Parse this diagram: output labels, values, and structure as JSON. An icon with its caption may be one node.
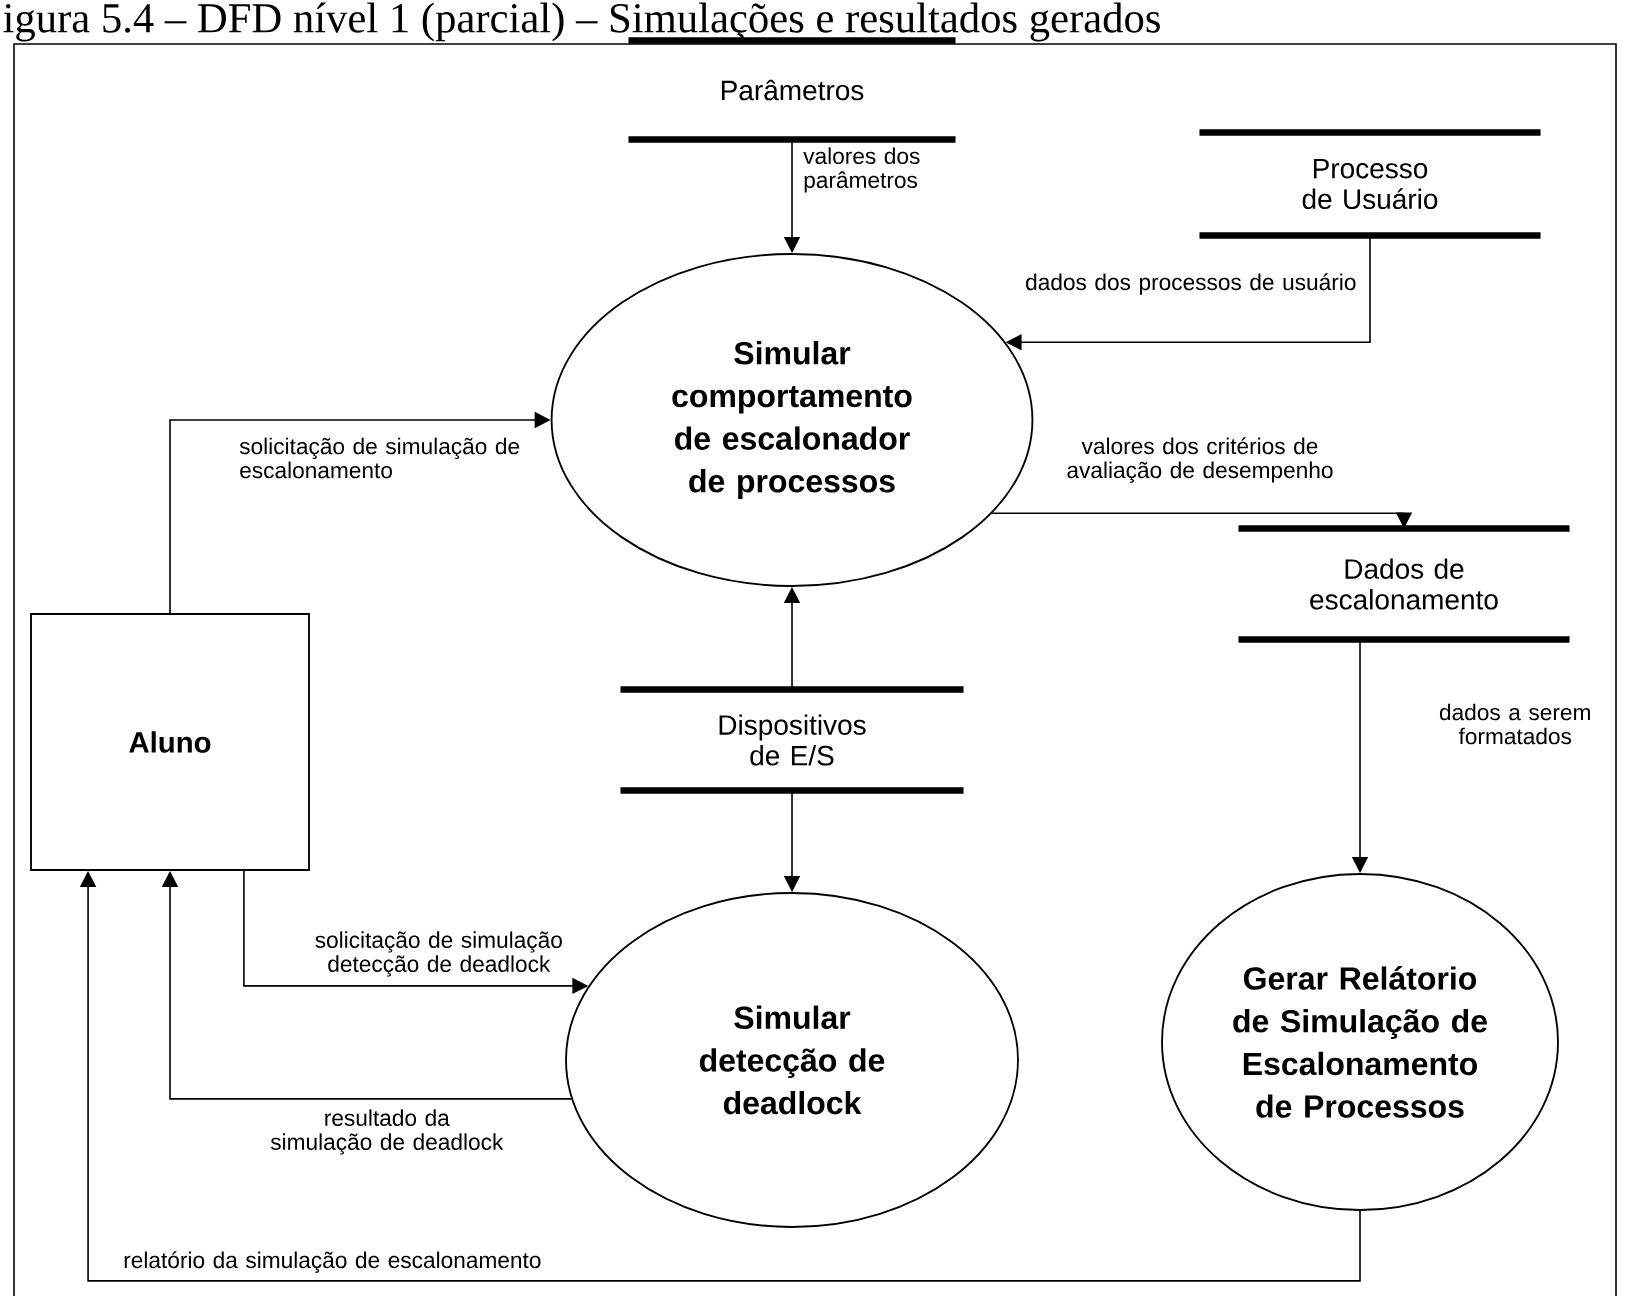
{
  "diagram": {
    "title": "igura 5.4 – DFD nível 1 (parcial) – Simulações e resultados gerados",
    "nodes": [
      {
        "text": [
          "Parâmetros"
        ]
      },
      {
        "text": [
          "Processo de Usuário"
        ]
      },
      {
        "text": [
          "Simular comportamento de escalonador de processos"
        ]
      },
      {
        "text": [
          "Aluno"
        ]
      },
      {
        "text": [
          "Dados de escalonamento"
        ]
      },
      {
        "text": [
          "Dispositivos de E/S"
        ]
      },
      {
        "text": [
          "Simular detecção de deadlock"
        ]
      },
      {
        "text": [
          "Gerar Relátorio de Simulação de Escalonamento de Processos"
        ]
      }
    ],
    "edges": [
      {
        "from": 0,
        "to": 2,
        "arrow": "to",
        "label": "valores dos parâmetros"
      },
      {
        "from": 1,
        "to": 2,
        "arrow": "to",
        "label": "dados dos processos de usuário"
      },
      {
        "from": 3,
        "to": 2,
        "arrow": "to",
        "label": "solicitação de simulação de escalonamento"
      },
      {
        "from": 2,
        "to": 4,
        "arrow": "to",
        "label": "valores dos critérios de avaliação de desempenho"
      },
      {
        "from": 5,
        "to": 2,
        "arrow": "to"
      },
      {
        "from": 5,
        "to": 6,
        "arrow": "to"
      },
      {
        "from": 3,
        "to": 6,
        "arrow": "to",
        "label": "solicitação de simulação detecção de deadlock"
      },
      {
        "from": 6,
        "to": 3,
        "arrow": "to",
        "label": "resultado da simulação de deadlock"
      },
      {
        "from": 4,
        "to": 7,
        "arrow": "to",
        "label": "dados a serem formatados"
      },
      {
        "from": 7,
        "to": 3,
        "arrow": "to",
        "label": "relatório da simulação de escalonamento"
      }
    ]
  }
}
